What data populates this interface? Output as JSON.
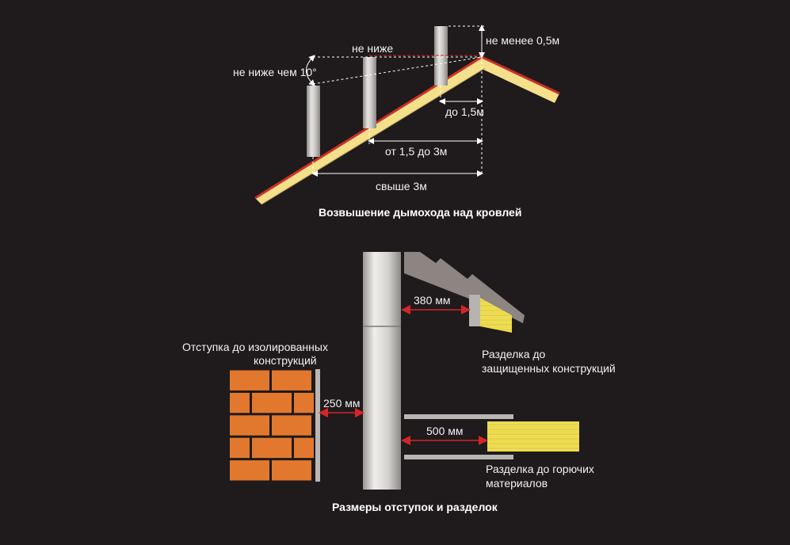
{
  "top": {
    "title": "Возвышение дымохода над кровлей",
    "labels": {
      "angle": "не ниже чем 10°",
      "not_lower": "не ниже",
      "min_height": "не менее 0,5м",
      "up_to": "до 1,5м",
      "from_to": "от 1,5 до 3м",
      "over": "свыше 3м"
    }
  },
  "bottom": {
    "title": "Размеры отступок и разделок",
    "labels": {
      "insulated_1": "Отступка до изолированных",
      "insulated_2": "конструкций",
      "gap_250": "250 мм",
      "gap_380": "380 мм",
      "protected_1": "Разделка до",
      "protected_2": "защищенных конструкций",
      "gap_500": "500 мм",
      "combustible_1": "Разделка до горючих",
      "combustible_2": "материалов"
    }
  },
  "colors": {
    "background": "#1f1a1b",
    "roof_red": "#c8302a",
    "roof_yellow": "#f4e08a",
    "brick": "#e2782e",
    "dimension_red": "#d3262b",
    "pipe": "#c9c7c3",
    "wood": "#f0df55"
  }
}
